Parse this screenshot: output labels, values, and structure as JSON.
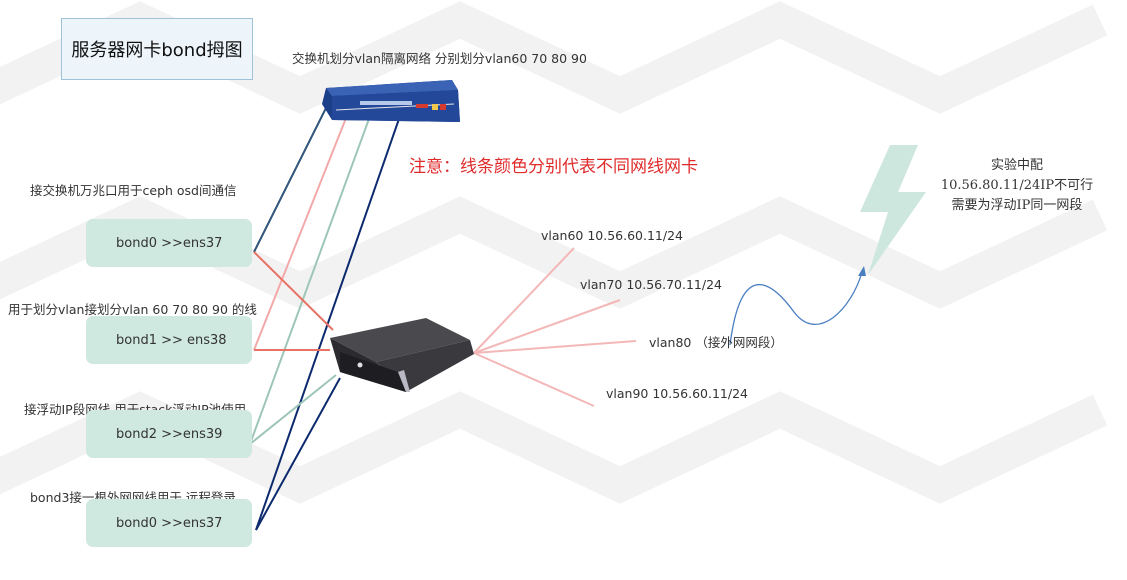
{
  "title": "服务器网卡bond拇图",
  "switch_note": "交换机划分vlan隔离网络 分别划分vlan60 70 80 90",
  "warning": "注意：线条颜色分别代表不同网线网卡",
  "bonds": [
    {
      "desc": "接交换机万兆口用于ceph osd间通信",
      "label": "bond0 >>ens37"
    },
    {
      "desc": "用于划分vlan接划分vlan 60 70 80 90 的线",
      "label": "bond1 >> ens38"
    },
    {
      "desc": "接浮动IP段网线 用于stack浮动IP池使用",
      "label": "bond2 >>ens39"
    },
    {
      "desc": "bond3接一根外网网线用于 远程登录",
      "label": "bond0 >>ens37"
    }
  ],
  "vlans": [
    {
      "label": "vlan60 10.56.60.11/24"
    },
    {
      "label": "vlan70 10.56.70.11/24"
    },
    {
      "label": "vlan80 （接外网网段）"
    },
    {
      "label": "vlan90 10.56.60.11/24"
    }
  ],
  "experiment_note": "实验中配10.56.80.11/24IP不可行 需要为浮动IP同一网段",
  "colors": {
    "bond0_wire": "#2f5277",
    "bond1_wire": "#f3a9a9",
    "bond2_wire": "#9ec6b8",
    "bond3_wire": "#0c2a6e",
    "red_link": "#e87264",
    "vlan_line": "#f3b7b7",
    "bond_box": "#cfe8e0",
    "lightning": "#cde7df",
    "warning_text": "#e02b2b"
  }
}
